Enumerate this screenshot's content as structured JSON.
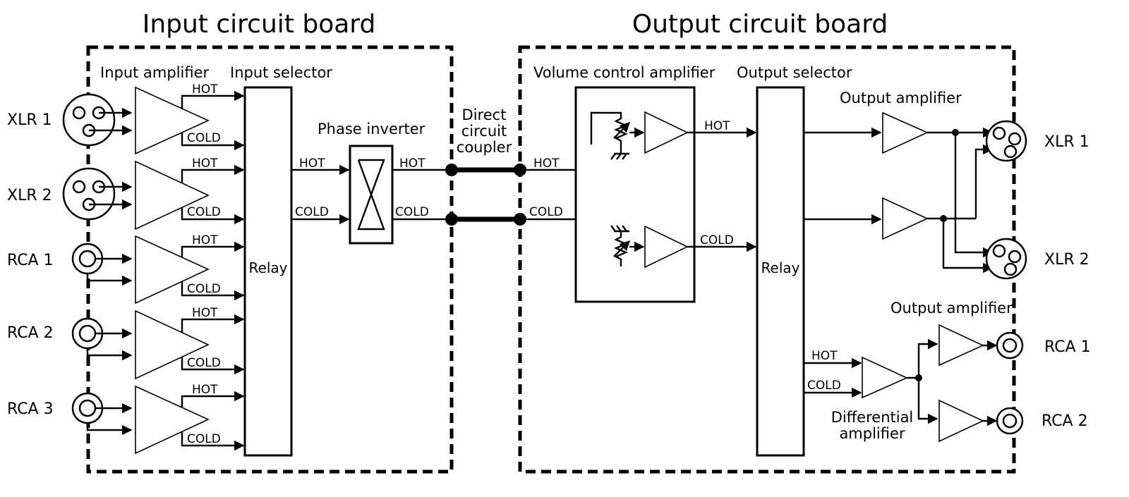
{
  "boards": {
    "input": "Input circuit board",
    "output": "Output circuit board"
  },
  "sections": {
    "input_amplifier": "Input amplifier",
    "input_selector": "Input selector",
    "phase_inverter": "Phase inverter",
    "coupler_line1": "Direct",
    "coupler_line2": "circuit",
    "coupler_line3": "coupler",
    "volume_control": "Volume control amplifier",
    "output_selector": "Output selector",
    "output_amplifier_xlr": "Output amplifier",
    "output_amplifier_rca": "Output amplifier",
    "differential_line1": "Differential",
    "differential_line2": "amplifier"
  },
  "inputs": [
    "XLR 1",
    "XLR 2",
    "RCA 1",
    "RCA 2",
    "RCA 3"
  ],
  "outputs": [
    "XLR 1",
    "XLR 2",
    "RCA 1",
    "RCA 2"
  ],
  "signals": {
    "hot": "HOT",
    "cold": "COLD"
  },
  "relay_label": "Relay"
}
